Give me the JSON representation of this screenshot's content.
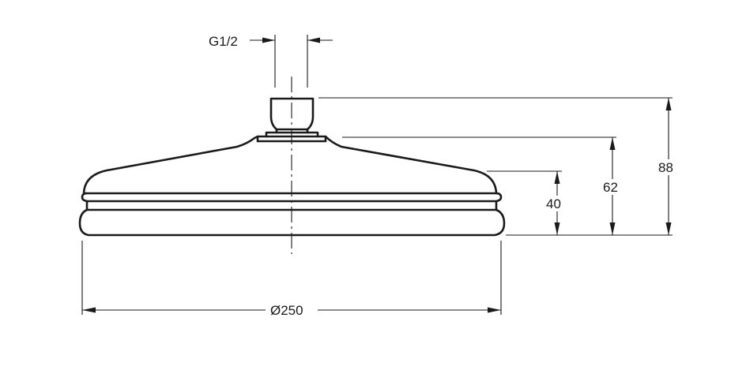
{
  "drawing": {
    "thread_label": "G1/2",
    "diameter_label": "Ø250",
    "height_label_40": "40",
    "height_label_62": "62",
    "height_label_88": "88"
  }
}
